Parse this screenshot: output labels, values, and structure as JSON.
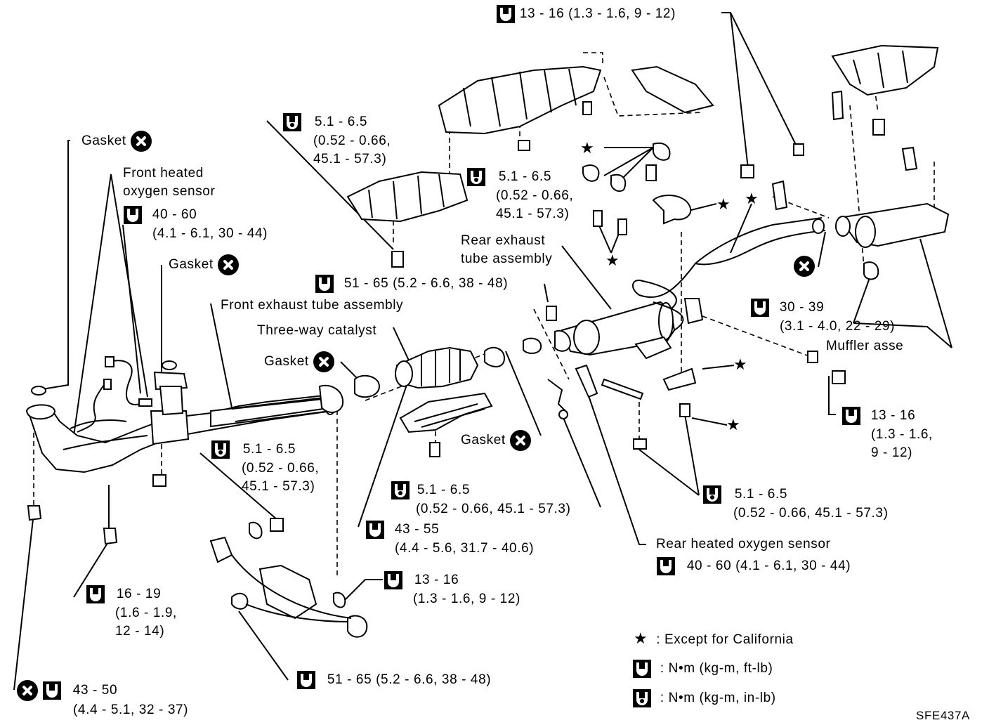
{
  "labels": {
    "t13_16_top": "13 - 16 (1.3 - 1.6, 9 - 12)",
    "t5_1_a_1": "5.1 - 6.5",
    "t5_1_a_2": "(0.52 - 0.66,",
    "t5_1_a_3": "45.1 - 57.3)",
    "t5_1_b_1": "5.1 - 6.5",
    "t5_1_b_2": "(0.52 - 0.66,",
    "t5_1_b_3": "45.1 - 57.3)",
    "gasket_1": "Gasket",
    "front_o2_1": "Front heated",
    "front_o2_2": "oxygen sensor",
    "t40_60_a_1": "40 - 60",
    "t40_60_a_2": "(4.1 - 6.1, 30 - 44)",
    "gasket_2": "Gasket",
    "rear_tube_1": "Rear exhaust",
    "rear_tube_2": "tube assembly",
    "t51_65_a": "51 - 65 (5.2 - 6.6, 38 - 48)",
    "front_tube": "Front exhaust tube assembly",
    "three_way": "Three-way catalyst",
    "gasket_3": "Gasket",
    "t30_39_1": "30 - 39",
    "t30_39_2": "(3.1 - 4.0, 22 - 29)",
    "muffler": "Muffler asse",
    "t13_16_b_1": "13 - 16",
    "t13_16_b_2": "(1.3 - 1.6,",
    "t13_16_b_3": "9 - 12)",
    "t5_1_c_1": "5.1 - 6.5",
    "t5_1_c_2": "(0.52 - 0.66,",
    "t5_1_c_3": "45.1 - 57.3)",
    "gasket_4": "Gasket",
    "t5_1_d_1": "5.1 - 6.5",
    "t5_1_d_2": "(0.52 - 0.66, 45.1 - 57.3)",
    "t43_55_1": "43 - 55",
    "t43_55_2": "(4.4 - 5.6, 31.7 - 40.6)",
    "t5_1_e_1": "5.1 - 6.5",
    "t5_1_e_2": "(0.52 - 0.66, 45.1 - 57.3)",
    "rear_o2": "Rear heated oxygen sensor",
    "t40_60_b": "40 - 60 (4.1 - 6.1, 30 - 44)",
    "t16_19_1": "16 - 19",
    "t16_19_2": "(1.6 - 1.9,",
    "t16_19_3": "12 - 14)",
    "t13_16_c_1": "13 - 16",
    "t13_16_c_2": "(1.3 - 1.6, 9 - 12)",
    "t51_65_b": "51 - 65 (5.2 - 6.6, 38 - 48)",
    "t43_50_1": "43 - 50",
    "t43_50_2": "(4.4 - 5.1, 32 - 37)",
    "legend_star": ": Except for California",
    "legend_nm_kgm_ftlb": ": N•m (kg-m, ft-lb)",
    "legend_nm_kgm_inlb": ": N•m (kg-m, in-lb)",
    "code": "SFE437A"
  },
  "icons": {
    "star": "★",
    "gasket": "x-circle-icon",
    "wrench_ftlb": "wrench-ftlb-icon",
    "wrench_inlb": "wrench-inlb-icon"
  }
}
